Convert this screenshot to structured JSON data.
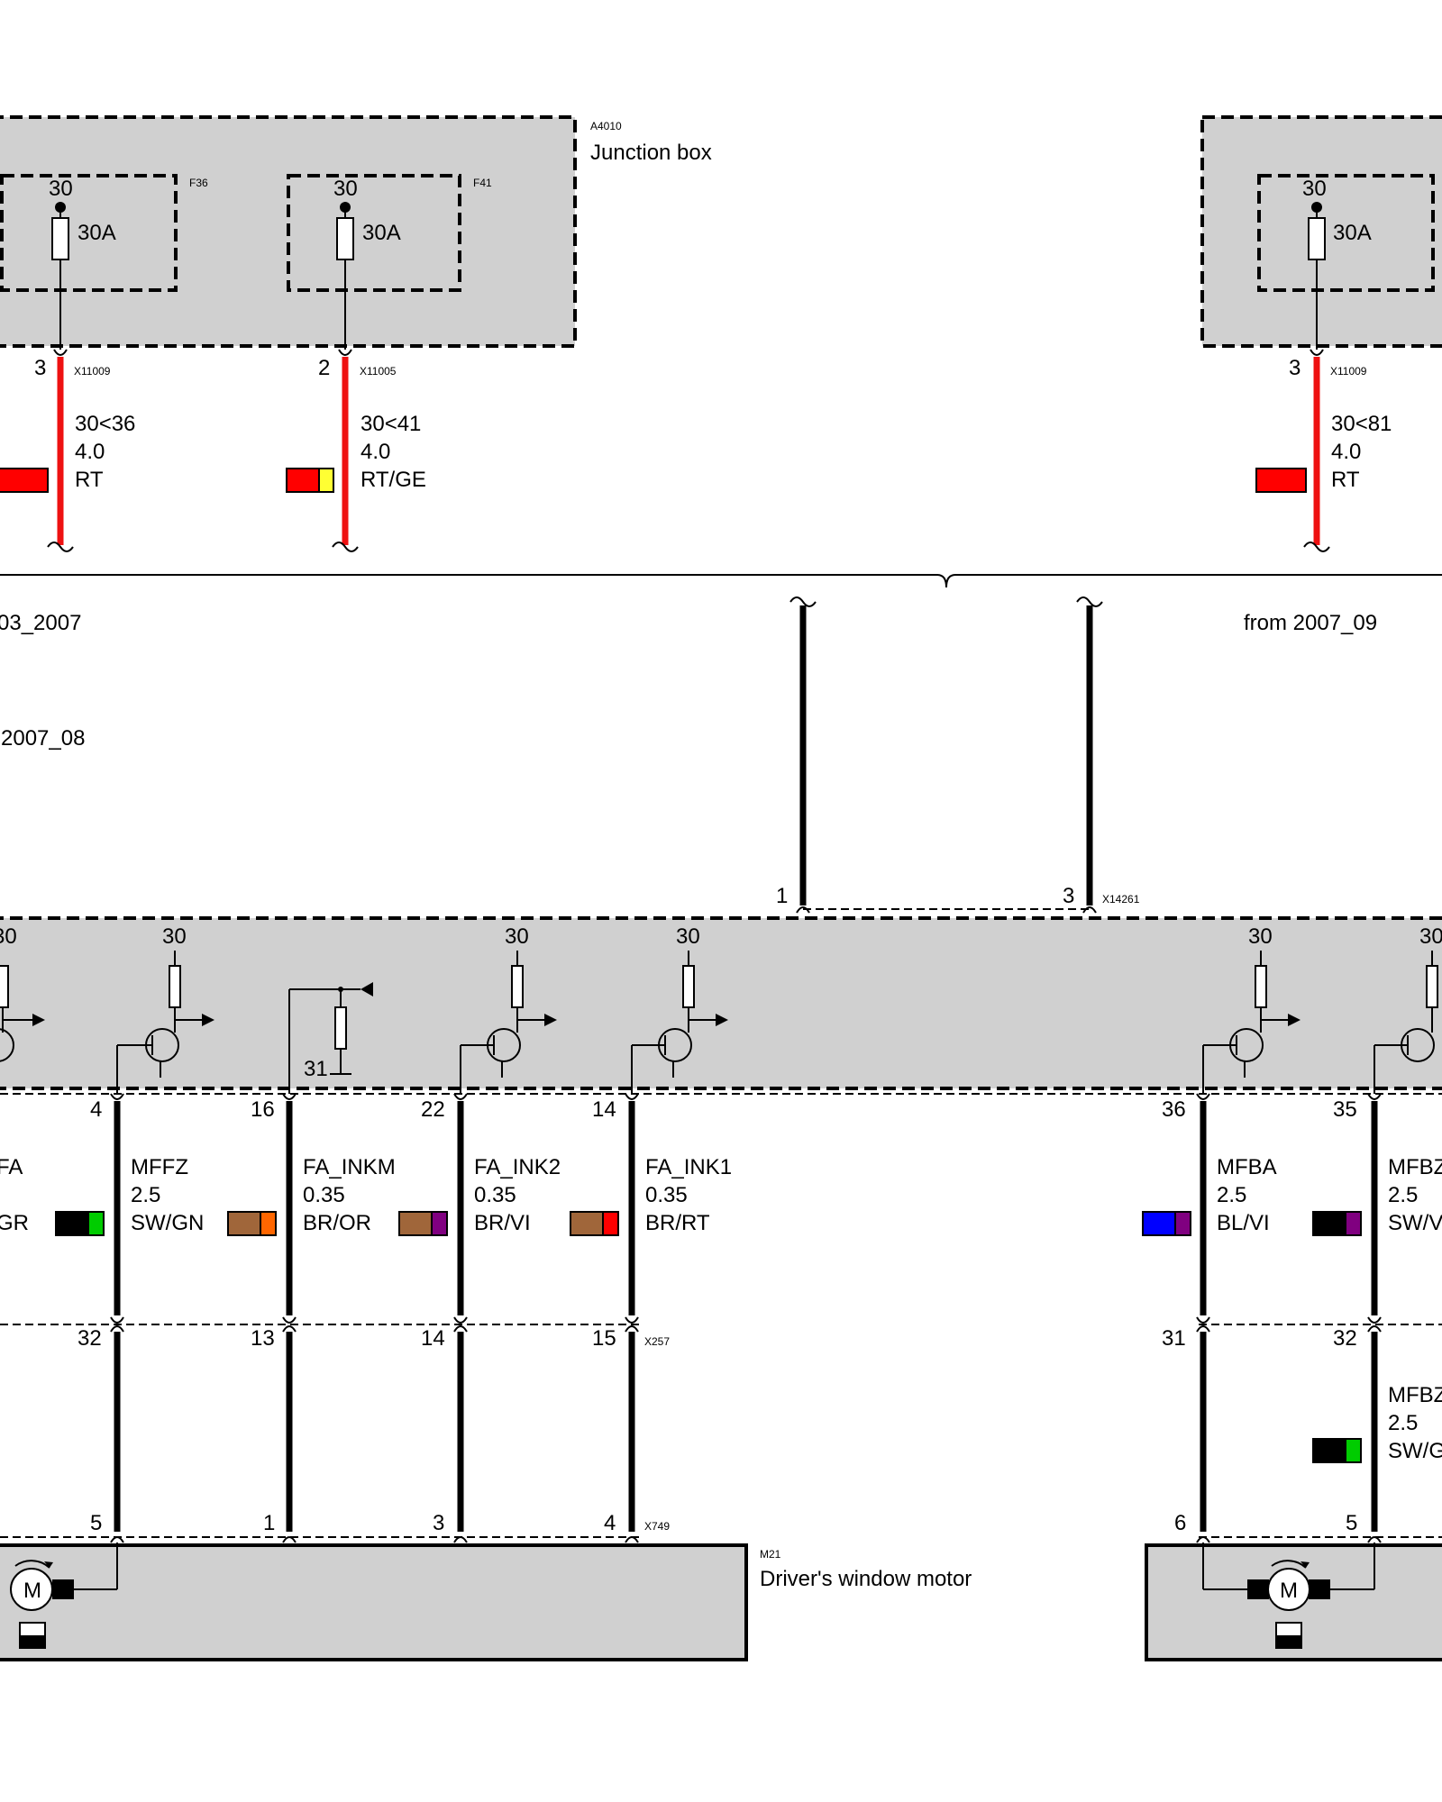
{
  "junction_box": {
    "id": "A4010",
    "title": "Junction box",
    "fuses": [
      {
        "id": "F36",
        "terminal": "30",
        "rating": "30A",
        "pin": "3",
        "connector": "X11009",
        "wire": {
          "signal": "30<36",
          "gauge": "4.0",
          "color_code": "RT",
          "colors": [
            "#ff0000"
          ]
        }
      },
      {
        "id": "F41",
        "terminal": "30",
        "rating": "30A",
        "pin": "2",
        "connector": "X11005",
        "wire": {
          "signal": "30<41",
          "gauge": "4.0",
          "color_code": "RT/GE",
          "colors": [
            "#ff0000",
            "#ffff33"
          ]
        }
      }
    ]
  },
  "right_fuse": {
    "terminal": "30",
    "rating": "30A",
    "pin": "3",
    "connector": "X11009",
    "wire": {
      "signal": "30<81",
      "gauge": "4.0",
      "color_code": "RT",
      "colors": [
        "#ff0000"
      ]
    }
  },
  "variants": {
    "left_top": "03_2007",
    "left_bottom": "2007_08",
    "right": "from 2007_09"
  },
  "connector_x14261": {
    "id": "X14261",
    "pins": [
      "1",
      "3"
    ]
  },
  "control_unit": {
    "supply_labels": [
      "30",
      "30",
      "30",
      "30",
      "30",
      "30"
    ],
    "ground_label": "31",
    "output_pins": [
      {
        "pin": "4",
        "signal": "MFFZ",
        "gauge": "2.5",
        "color_code": "SW/GN",
        "colors": [
          "#000000",
          "#00cc00"
        ]
      },
      {
        "pin": "16",
        "signal": "FA_INKM",
        "gauge": "0.35",
        "color_code": "BR/OR",
        "colors": [
          "#a0663a",
          "#ff6600"
        ]
      },
      {
        "pin": "22",
        "signal": "FA_INK2",
        "gauge": "0.35",
        "color_code": "BR/VI",
        "colors": [
          "#a0663a",
          "#800080"
        ]
      },
      {
        "pin": "14",
        "signal": "FA_INK1",
        "gauge": "0.35",
        "color_code": "BR/RT",
        "colors": [
          "#a0663a",
          "#ff0000"
        ]
      },
      {
        "pin": "36",
        "signal": "MFBA",
        "gauge": "2.5",
        "color_code": "BL/VI",
        "colors": [
          "#0000ff",
          "#800080"
        ]
      },
      {
        "pin": "35",
        "signal": "MFBZ",
        "gauge": "2.5",
        "color_code": "SW/V",
        "colors": [
          "#000000",
          "#800080"
        ]
      }
    ],
    "partial_left_wire": {
      "signal": "FA",
      "color_code": "GR",
      "colors": [
        "#000000",
        "#00cc00"
      ]
    }
  },
  "connector_x257": {
    "id": "X257",
    "pins": [
      "32",
      "13",
      "14",
      "15",
      "31",
      "32"
    ]
  },
  "right_lower_wire": {
    "signal": "MFBZ",
    "gauge": "2.5",
    "color_code": "SW/G",
    "colors": [
      "#000000",
      "#00cc00"
    ]
  },
  "connector_x749": {
    "id": "X749",
    "pins": [
      "5",
      "1",
      "3",
      "4",
      "6",
      "5"
    ]
  },
  "motor": {
    "id": "M21",
    "title": "Driver's window motor",
    "symbol": "M"
  }
}
